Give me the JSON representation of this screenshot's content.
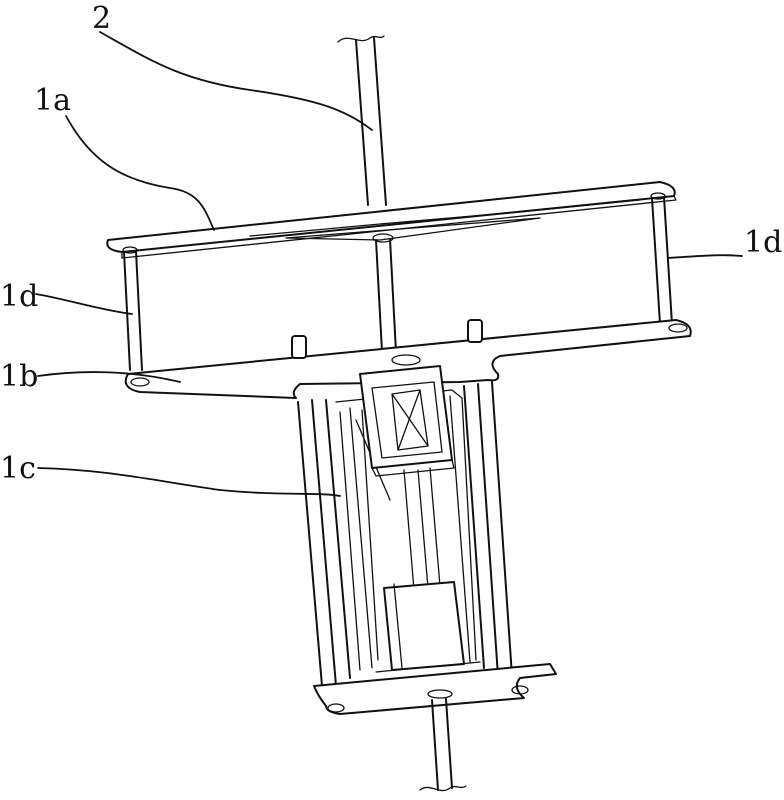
{
  "labels": {
    "shaft": "2",
    "top_plate": "1a",
    "left_strut": "1d",
    "right_strut": "1d",
    "middle_plate": "1b",
    "lower_frame": "1c"
  }
}
